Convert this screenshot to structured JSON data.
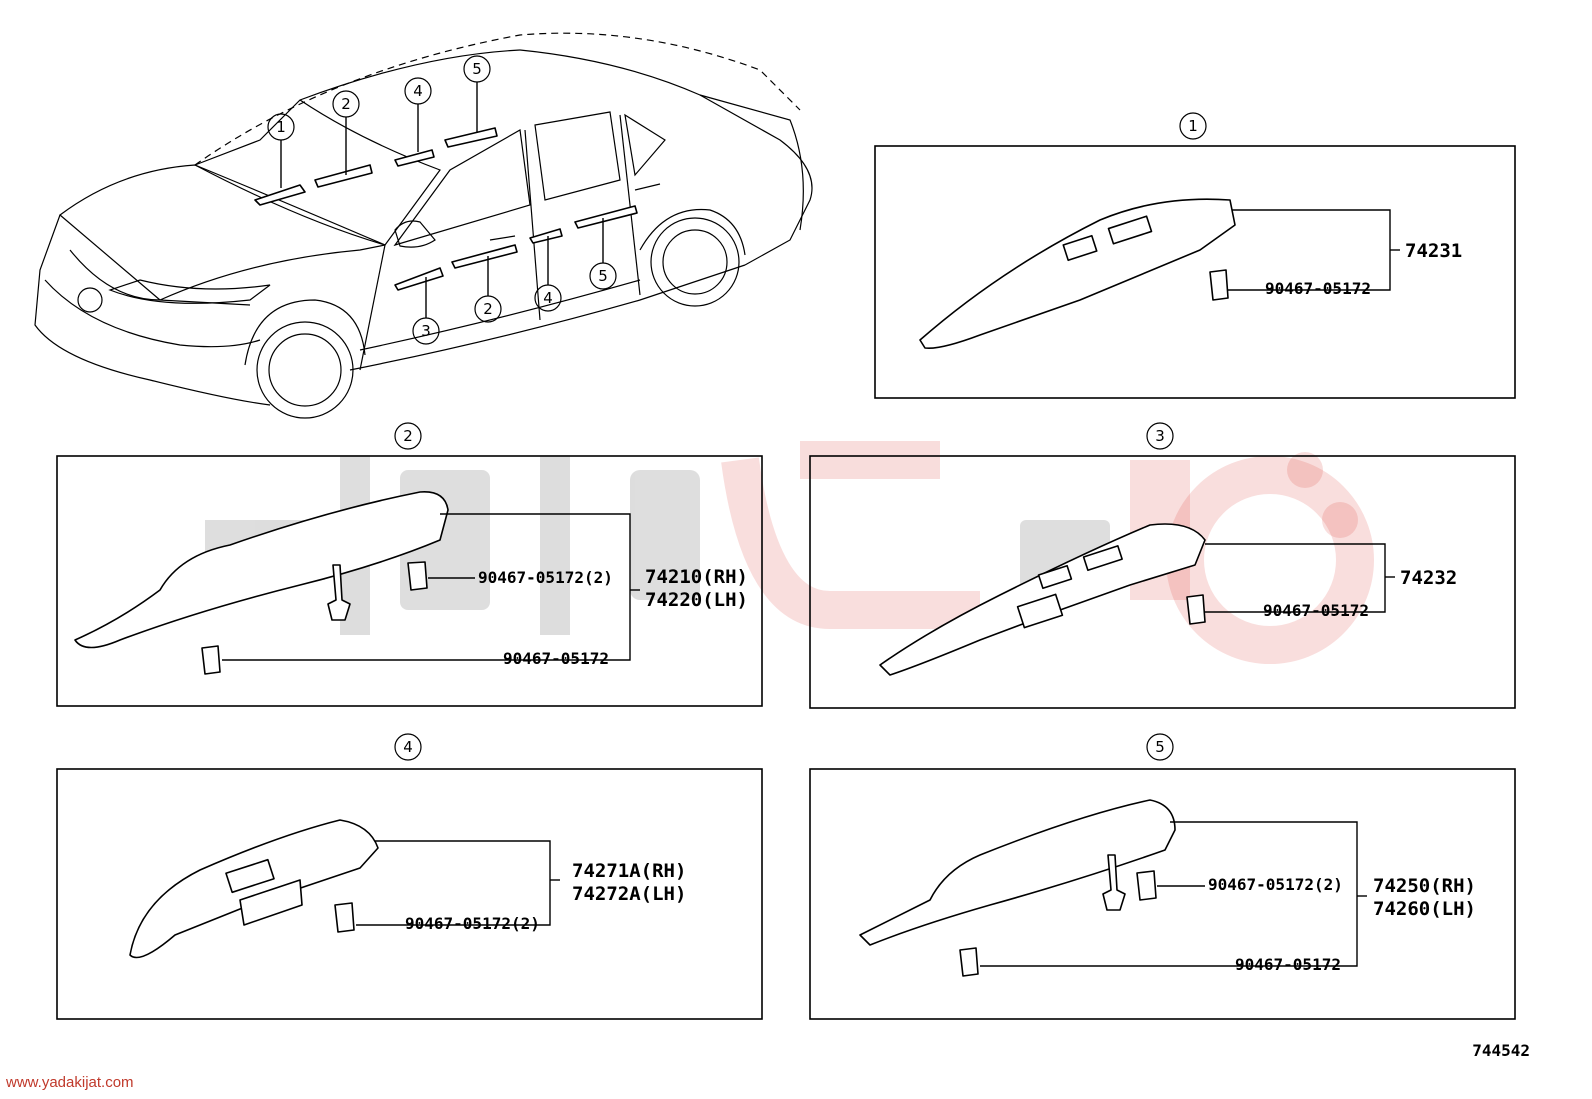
{
  "watermark_url": "www.yadakijat.com",
  "diagram_id": "744542",
  "brand_color": "#d9342b",
  "callouts": {
    "c1": "1",
    "c2": "2",
    "c3": "3",
    "c4": "4",
    "c5": "5"
  },
  "panels": {
    "p1": {
      "title": "1",
      "part": "74231",
      "clip": "90467-05172"
    },
    "p2": {
      "title": "2",
      "part_rh": "74210(RH)",
      "part_lh": "74220(LH)",
      "clip_a": "90467-05172(2)",
      "clip_b": "90467-05172"
    },
    "p3": {
      "title": "3",
      "part": "74232",
      "clip": "90467-05172"
    },
    "p4": {
      "title": "4",
      "part_rh": "74271A(RH)",
      "part_lh": "74272A(LH)",
      "clip": "90467-05172(2)"
    },
    "p5": {
      "title": "5",
      "part_rh": "74250(RH)",
      "part_lh": "74260(LH)",
      "clip_a": "90467-05172(2)",
      "clip_b": "90467-05172"
    }
  }
}
